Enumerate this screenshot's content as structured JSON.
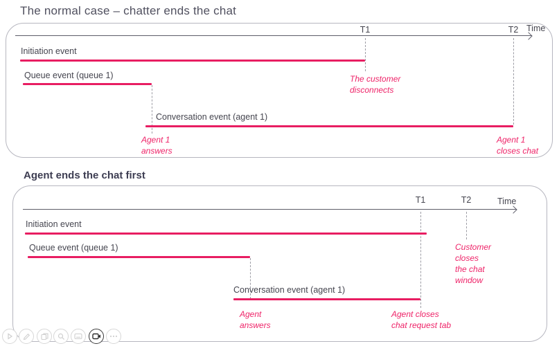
{
  "colors": {
    "accent_pink": "#e81d62",
    "text_dark": "#45454f",
    "axis_gray": "#5c5c68",
    "panel_border": "#b6b6bf"
  },
  "s1": {
    "title": "The normal case – chatter ends the chat",
    "time": "Time",
    "t1": "T1",
    "t2": "T2",
    "initiation": "Initiation event",
    "queue": "Queue event (queue 1)",
    "conversation": "Conversation event (agent 1)",
    "ann_customer": "The customer\ndisconnects",
    "ann_answers": "Agent 1\nanswers",
    "ann_closes": "Agent 1\ncloses chat"
  },
  "s2": {
    "title": "Agent ends the chat first",
    "time": "Time",
    "t1": "T1",
    "t2": "T2",
    "initiation": "Initiation event",
    "queue": "Queue event (queue 1)",
    "conversation": "Conversation event (agent 1)",
    "ann_answers": "Agent\nanswers",
    "ann_closes": "Agent closes\nchat request tab",
    "ann_customer": "Customer\ncloses\nthe chat\nwindow"
  },
  "toolbar": {
    "buttons": [
      "play-icon",
      "pencil-icon",
      "slides-icon",
      "magnifier-icon",
      "keyboard-icon",
      "video-camera-icon",
      "more-icon"
    ]
  }
}
